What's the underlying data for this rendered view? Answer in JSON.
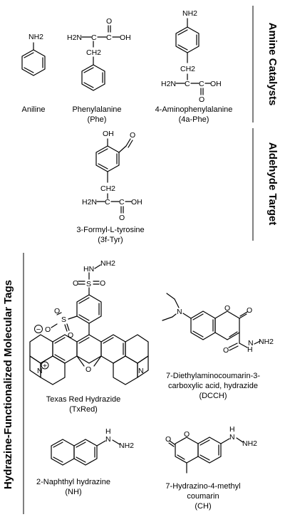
{
  "sections": {
    "amine": "Amine Catalysts",
    "aldehyde": "Aldehyde Target",
    "tags": "Hydrazine-Functionalized Molecular Tags"
  },
  "compounds": {
    "aniline": {
      "name": "Aniline"
    },
    "phe": {
      "name": "Phenylalanine",
      "abbr": "(Phe)"
    },
    "aphe": {
      "name": "4-Aminophenylalanine",
      "abbr": "(4a-Phe)"
    },
    "tyr": {
      "name": "3-Formyl-L-tyrosine",
      "abbr": "(3f-Tyr)"
    },
    "txred": {
      "name": "Texas Red Hydrazide",
      "abbr": "(TxRed)"
    },
    "dcch": {
      "line1": "7-Diethylaminocoumarin-3-",
      "line2": "carboxylic acid, hydrazide",
      "abbr": "(DCCH)"
    },
    "nh": {
      "name": "2-Naphthyl hydrazine",
      "abbr": "(NH)"
    },
    "ch": {
      "line1": "7-Hydrazino-4-methyl",
      "line2": "coumarin",
      "abbr": "(CH)"
    }
  },
  "atoms": {
    "nh2": "NH2",
    "h2n": "H2N",
    "oh": "OH",
    "o": "O",
    "n": "N",
    "s": "S",
    "h": "H",
    "ch2": "CH2",
    "c": "C",
    "hn": "HN",
    "minus": "−",
    "plus": "+"
  }
}
